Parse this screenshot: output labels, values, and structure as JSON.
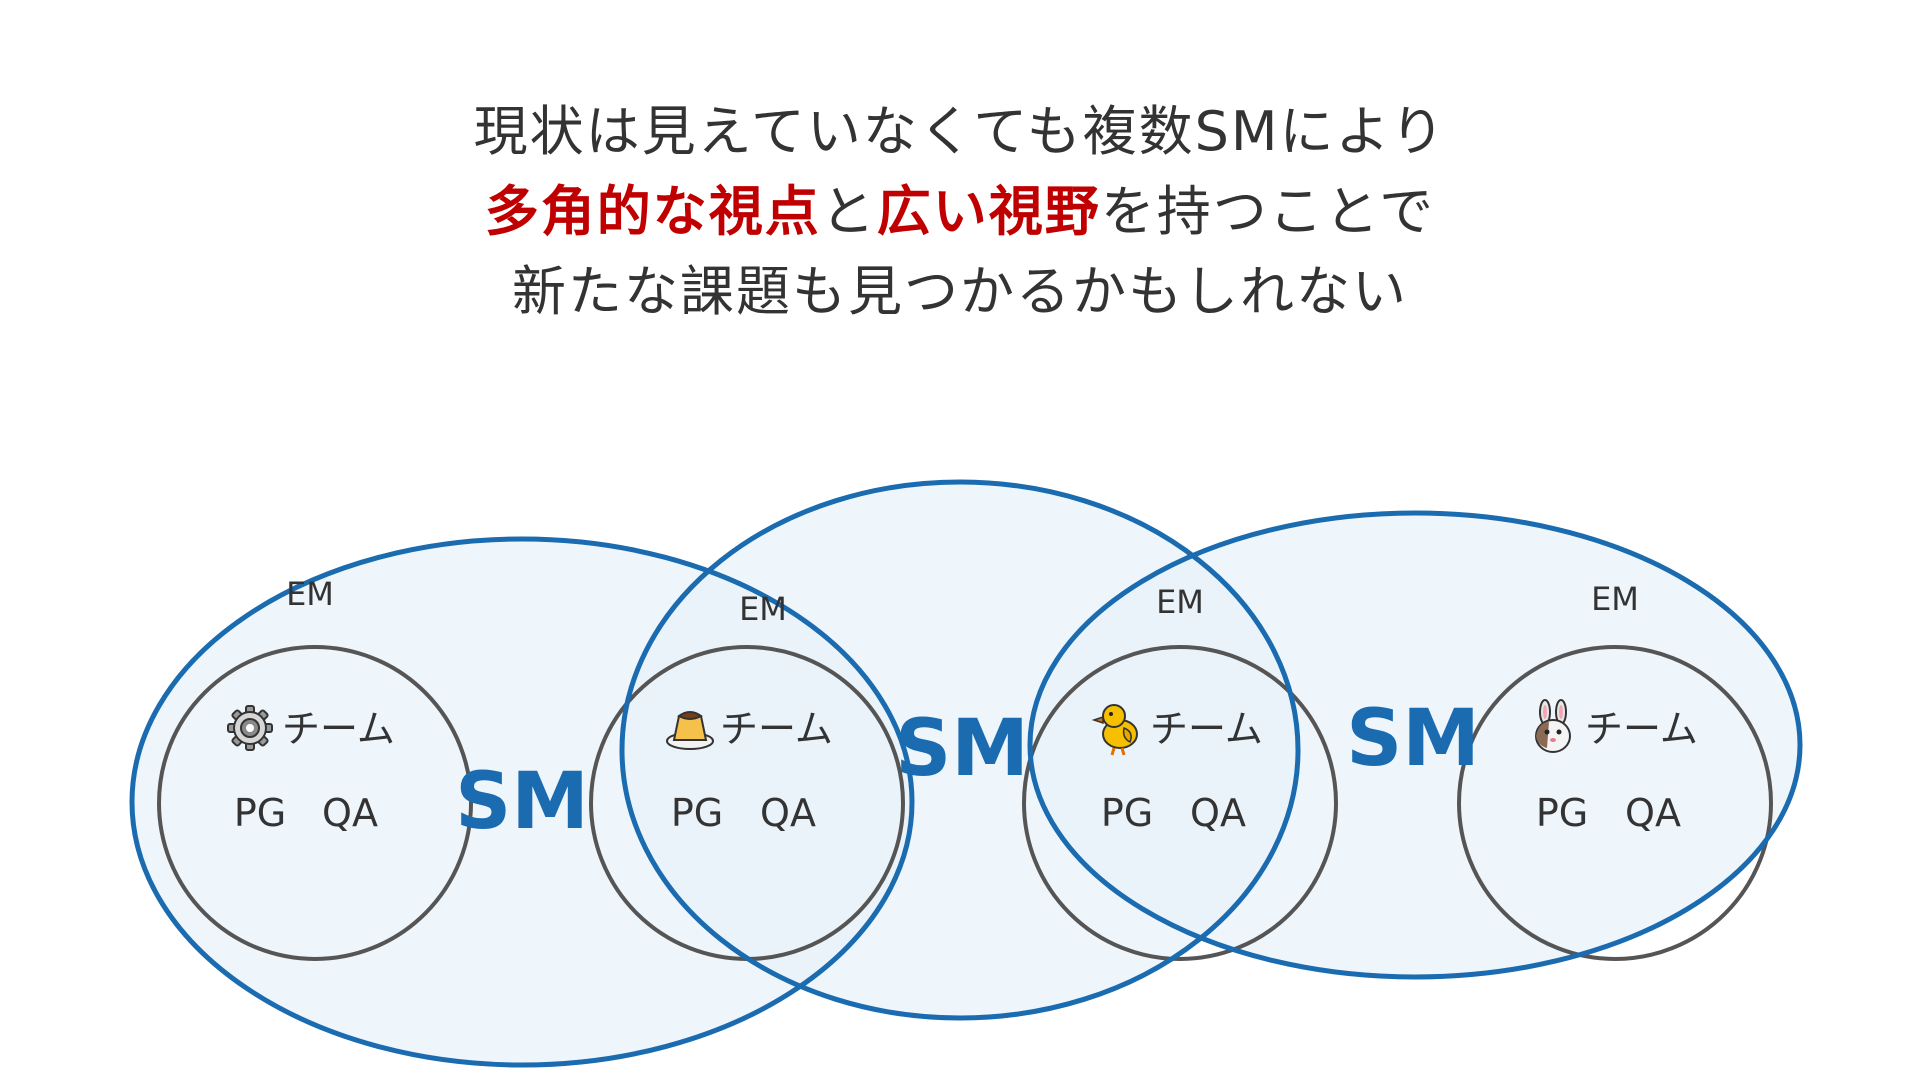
{
  "headline": {
    "line1": "現状は見えていなくても複数SMにより",
    "line2_part1": "多角的な視点",
    "line2_part2": "と",
    "line2_part3": "広い視野",
    "line2_part4": "を持つことで",
    "line3": "新たな課題も見つかるかもしれない"
  },
  "diagram": {
    "em_label": "EM",
    "sm_label": "SM",
    "team_label": "チーム",
    "role_pg": "PG",
    "role_qa": "QA",
    "teams": [
      {
        "icon": "gear-icon"
      },
      {
        "icon": "pudding-icon"
      },
      {
        "icon": "chick-icon"
      },
      {
        "icon": "rabbit-icon"
      }
    ]
  },
  "colors": {
    "accent_red": "#c00000",
    "sm_blue": "#1a6bb0",
    "ellipse_fill": "#e8f1f9",
    "team_circle": "#555555",
    "text": "#333333"
  }
}
